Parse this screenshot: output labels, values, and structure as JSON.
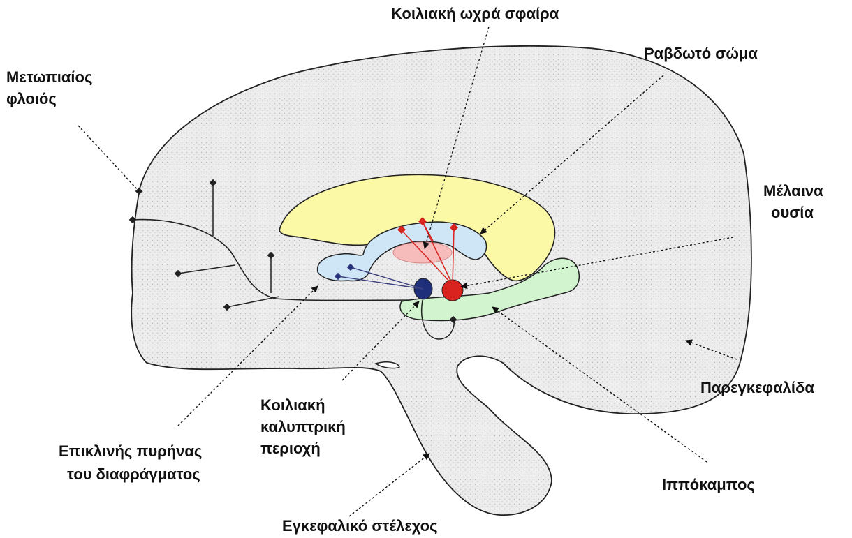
{
  "labels": {
    "ventral_pallidum": "Κοιλιακή ωχρά σφαίρα",
    "striatum": "Ραβδωτό σώμα",
    "frontal_cortex_line1": "Μετωπιαίος",
    "frontal_cortex_line2": "φλοιός",
    "substantia_nigra_line1": "Μέλαινα",
    "substantia_nigra_line2": "ουσία",
    "cerebellum": "Παρεγκεφαλίδα",
    "vta_line1": "Κοιλιακή",
    "vta_line2": "καλυπτρική",
    "vta_line3": "περιοχή",
    "septal_nucleus_line1": "Επικλινής πυρήνας",
    "septal_nucleus_line2": "του διαφράγματος",
    "hippocampus": "Ιππόκαμπος",
    "brainstem": "Εγκεφαλικό στέλεχος"
  },
  "colors": {
    "brain_fill": "#ececec",
    "outline": "#222222",
    "striatum_yellow": "#fbf8a6",
    "inner_blue": "#cfe6f6",
    "hippocampus_green": "#d2f5d0",
    "pallidum_pink": "#f6bcbc",
    "vta_navy": "#1f2f7a",
    "nigra_red": "#d8231f",
    "pathway_red": "#d8231f",
    "pathway_navy": "#1f2f7a",
    "text": "#111111"
  }
}
